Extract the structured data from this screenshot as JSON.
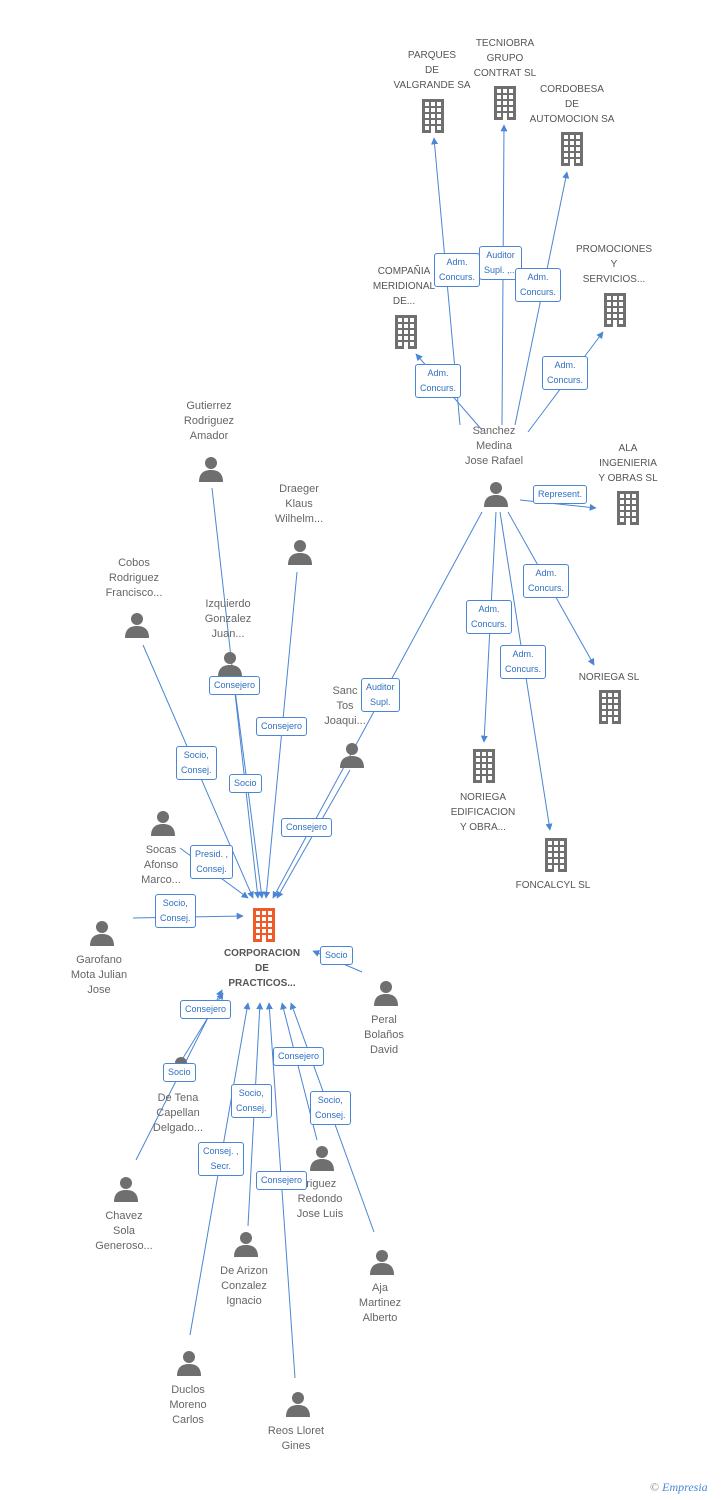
{
  "colors": {
    "edge": "#4a86d4",
    "node": "#6f6f6f",
    "focus": "#f05a28"
  },
  "icons": {
    "person": "person-icon",
    "company": "building-icon"
  },
  "nodes": [
    {
      "id": "corporacion",
      "type": "company",
      "focus": true,
      "label": "CORPORACION\nDE\nPRACTICOS..."
    },
    {
      "id": "parques",
      "type": "company",
      "label": "PARQUES\nDE\nVALGRANDE SA"
    },
    {
      "id": "tecniobra",
      "type": "company",
      "label": "TECNIOBRA\nGRUPO\nCONTRAT SL"
    },
    {
      "id": "cordobesa",
      "type": "company",
      "label": "CORDOBESA\nDE\nAUTOMOCION SA"
    },
    {
      "id": "compania",
      "type": "company",
      "label": "COMPAÑIA\nMERIDIONAL\nDE..."
    },
    {
      "id": "promociones",
      "type": "company",
      "label": "PROMOCIONES\nY\nSERVICIOS..."
    },
    {
      "id": "ala",
      "type": "company",
      "label": "ALA\nINGENIERIA\nY OBRAS SL"
    },
    {
      "id": "noriega_sl",
      "type": "company",
      "label": "NORIEGA SL"
    },
    {
      "id": "noriega_ed",
      "type": "company",
      "label": "NORIEGA\nEDIFICACION\nY OBRA..."
    },
    {
      "id": "foncalcyl",
      "type": "company",
      "label": "FONCALCYL SL"
    },
    {
      "id": "sanchez_medina",
      "type": "person",
      "label": "Sanchez\nMedina\nJose Rafael"
    },
    {
      "id": "gutierrez",
      "type": "person",
      "label": "Gutierrez\nRodriguez\nAmador"
    },
    {
      "id": "draeger",
      "type": "person",
      "label": "Draeger\nKlaus\nWilhelm..."
    },
    {
      "id": "cobos",
      "type": "person",
      "label": "Cobos\nRodriguez\nFrancisco..."
    },
    {
      "id": "izquierdo",
      "type": "person",
      "label": "Izquierdo\nGonzalez\nJuan..."
    },
    {
      "id": "sanchez_tos",
      "type": "person",
      "label": "Sanc\nTos\nJoaqui..."
    },
    {
      "id": "socas",
      "type": "person",
      "label": "Socas\nAfonso\nMarco..."
    },
    {
      "id": "garofano",
      "type": "person",
      "label": "Garofano\nMota Julian\nJose"
    },
    {
      "id": "peral",
      "type": "person",
      "label": "Peral\nBolaños\nDavid"
    },
    {
      "id": "detena",
      "type": "person",
      "label": "De Tena\nCapellan\nDelgado..."
    },
    {
      "id": "chavez",
      "type": "person",
      "label": "Chavez\nSola\nGeneroso..."
    },
    {
      "id": "rodriguez",
      "type": "person",
      "label": "lriguez\nRedondo\nJose Luis"
    },
    {
      "id": "dearizon",
      "type": "person",
      "label": "De Arizon\nConzalez\nIgnacio"
    },
    {
      "id": "aja",
      "type": "person",
      "label": "Aja\nMartinez\nAlberto"
    },
    {
      "id": "duclos",
      "type": "person",
      "label": "Duclos\nMoreno\nCarlos"
    },
    {
      "id": "reos",
      "type": "person",
      "label": "Reos Lloret\nGines"
    }
  ],
  "edges": [
    {
      "from": "sanchez_medina",
      "to": "parques",
      "label": "Adm.\nConcurs."
    },
    {
      "from": "sanchez_medina",
      "to": "tecniobra",
      "label": "Auditor\nSupl. ,..."
    },
    {
      "from": "sanchez_medina",
      "to": "cordobesa",
      "label": "Adm.\nConcurs."
    },
    {
      "from": "sanchez_medina",
      "to": "compania",
      "label": "Adm.\nConcurs."
    },
    {
      "from": "sanchez_medina",
      "to": "promociones",
      "label": "Adm.\nConcurs."
    },
    {
      "from": "sanchez_medina",
      "to": "ala",
      "label": "Represent."
    },
    {
      "from": "sanchez_medina",
      "to": "noriega_sl",
      "label": "Adm.\nConcurs."
    },
    {
      "from": "sanchez_medina",
      "to": "noriega_ed",
      "label": "Adm.\nConcurs."
    },
    {
      "from": "sanchez_medina",
      "to": "foncalcyl",
      "label": "Adm.\nConcurs."
    },
    {
      "from": "sanchez_medina",
      "to": "corporacion",
      "label": "Auditor\nSupl."
    },
    {
      "from": "gutierrez",
      "to": "corporacion",
      "label": "Consejero"
    },
    {
      "from": "draeger",
      "to": "corporacion",
      "label": "Consejero"
    },
    {
      "from": "cobos",
      "to": "corporacion",
      "label": "Socio,\nConsej."
    },
    {
      "from": "izquierdo",
      "to": "corporacion",
      "label": "Socio"
    },
    {
      "from": "sanchez_tos",
      "to": "corporacion",
      "label": "Consejero"
    },
    {
      "from": "socas",
      "to": "corporacion",
      "label": "Presid. ,\nConsej."
    },
    {
      "from": "garofano",
      "to": "corporacion",
      "label": "Socio,\nConsej."
    },
    {
      "from": "peral",
      "to": "corporacion",
      "label": "Socio"
    },
    {
      "from": "detena",
      "to": "corporacion",
      "label": "Consejero"
    },
    {
      "from": "chavez",
      "to": "corporacion",
      "label": "Socio"
    },
    {
      "from": "rodriguez",
      "to": "corporacion",
      "label": "Consejero"
    },
    {
      "from": "dearizon",
      "to": "corporacion",
      "label": "Socio,\nConsej."
    },
    {
      "from": "aja",
      "to": "corporacion",
      "label": "Socio,\nConsej."
    },
    {
      "from": "duclos",
      "to": "corporacion",
      "label": "Consej. ,\nSecr."
    },
    {
      "from": "reos",
      "to": "corporacion",
      "label": "Consejero"
    }
  ],
  "footer": {
    "copyright": "©",
    "brand": "Empresia"
  }
}
